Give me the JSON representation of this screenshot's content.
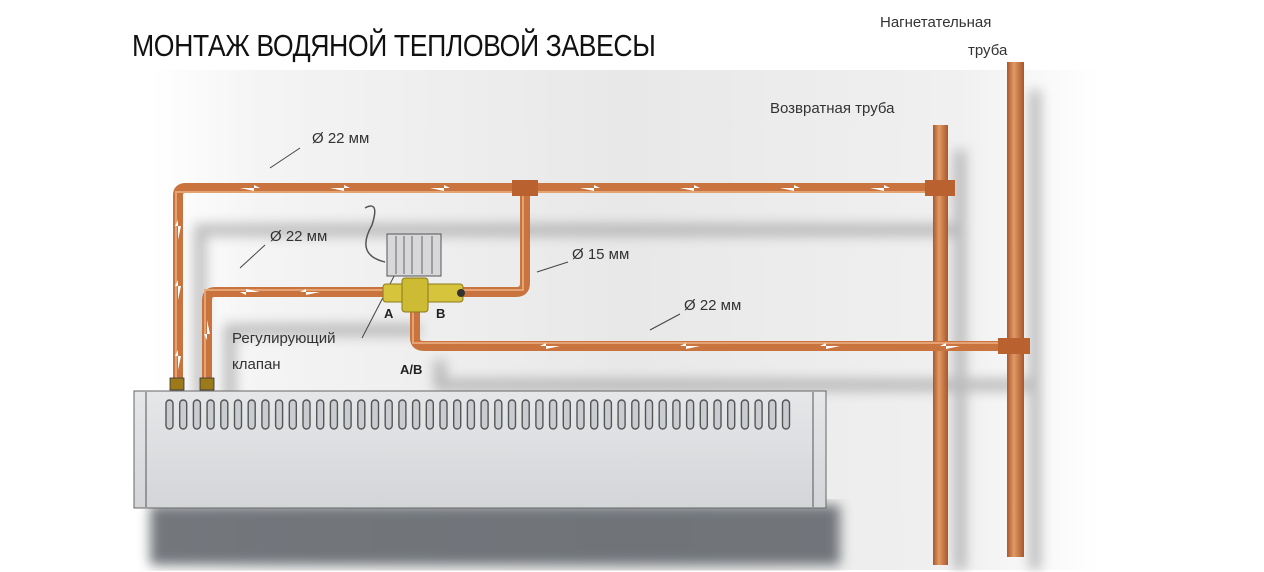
{
  "title": "МОНТАЖ ВОДЯНОЙ ТЕПЛОВОЙ ЗАВЕСЫ",
  "labels": {
    "supply_pipe": "Нагнетательная",
    "supply_pipe_2": "труба",
    "return_pipe": "Возвратная труба",
    "top_pipe_diameter": "Ø 22 мм",
    "mid_pipe_diameter": "Ø 22 мм",
    "bypass_diameter": "Ø 15 мм",
    "lower_pipe_diameter": "Ø 22 мм",
    "valve": "Регулирующий",
    "valve_2": "клапан",
    "port_a": "A",
    "port_b": "B",
    "port_ab": "A/B"
  },
  "colors": {
    "copper": "#c9743f",
    "copper_dark": "#9c4f22",
    "brass": "#d4c23a",
    "curtain": "#dcdee1"
  }
}
